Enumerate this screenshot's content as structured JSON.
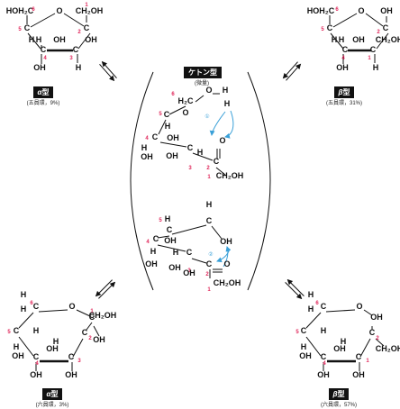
{
  "colors": {
    "ink": "#111111",
    "carbon_number": "#e0265a",
    "arrow_blue": "#3aa0d8"
  },
  "center": {
    "title": "ケトン型",
    "note": "(微量)",
    "arrow_label_a": "①",
    "arrow_label_b": "②"
  },
  "forms": {
    "furanose_alpha": {
      "symbol": "α",
      "suffix": "型",
      "note": "(五員環，9%)"
    },
    "furanose_beta": {
      "symbol": "β",
      "suffix": "型",
      "note": "(五員環，31%)"
    },
    "pyranose_alpha": {
      "symbol": "α",
      "suffix": "型",
      "note": "(六員環，3%)"
    },
    "pyranose_beta": {
      "symbol": "β",
      "suffix": "型",
      "note": "(六員環，57%)"
    }
  },
  "atoms": {
    "O": "O",
    "C": "C",
    "H": "H",
    "OH": "OH",
    "CH2OH": "CH₂OH",
    "HOH2C": "HOH₂C",
    "H2C": "H₂C"
  },
  "numbers": [
    "1",
    "2",
    "3",
    "4",
    "5",
    "6"
  ]
}
